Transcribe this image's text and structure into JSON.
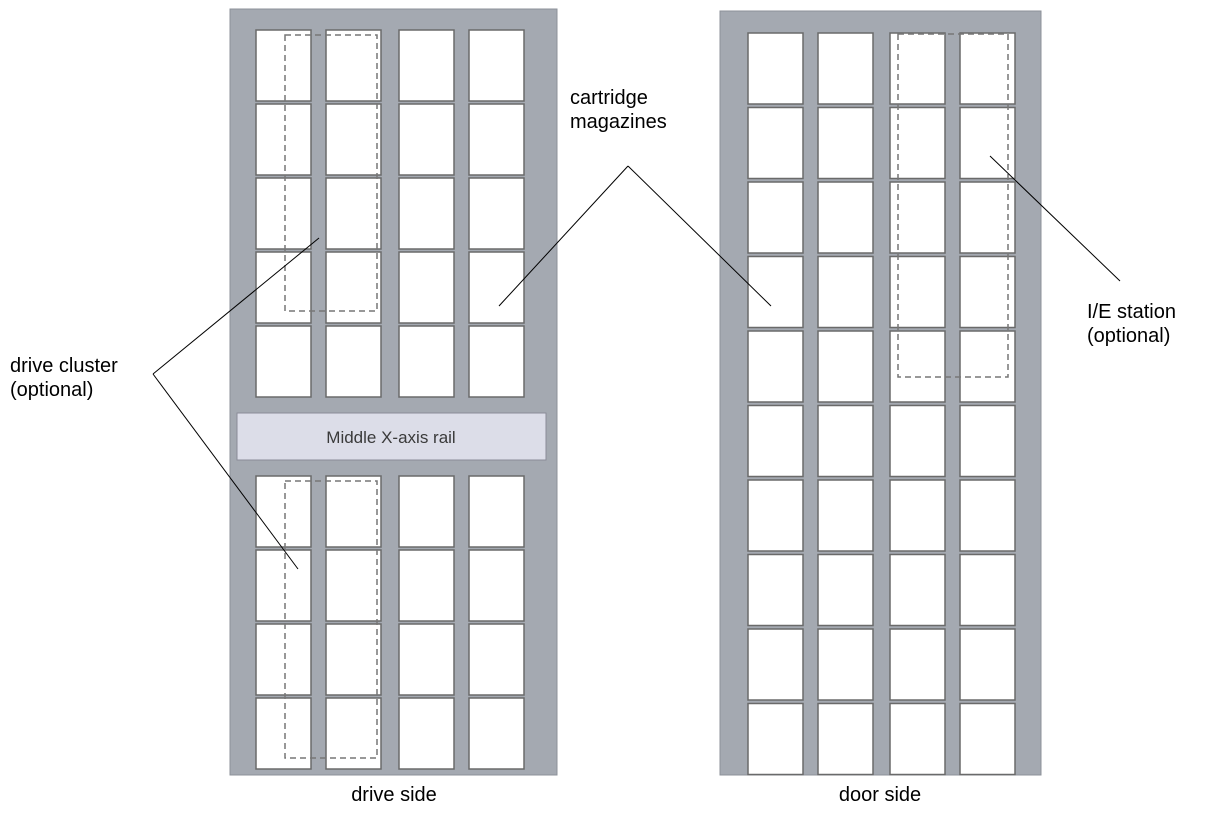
{
  "drive_side": {
    "caption": "drive side",
    "rail_label": "Middle X-axis rail",
    "upper_rows": 5,
    "lower_rows": 4,
    "columns": 4
  },
  "door_side": {
    "caption": "door side",
    "rows": 10,
    "columns": 4
  },
  "callouts": {
    "drive_cluster": [
      "drive cluster",
      "(optional)"
    ],
    "cartridge_magazines": [
      "cartridge",
      "magazines"
    ],
    "ie_station": [
      "I/E station",
      "(optional)"
    ]
  },
  "colors": {
    "frame": "#a4a9b1",
    "frame_edge": "#8c9199",
    "cell": "#ffffff",
    "cell_edge": "#6a6a6a",
    "rail": "#dcdde8",
    "dashed": "#777777",
    "leader": "#000000"
  }
}
